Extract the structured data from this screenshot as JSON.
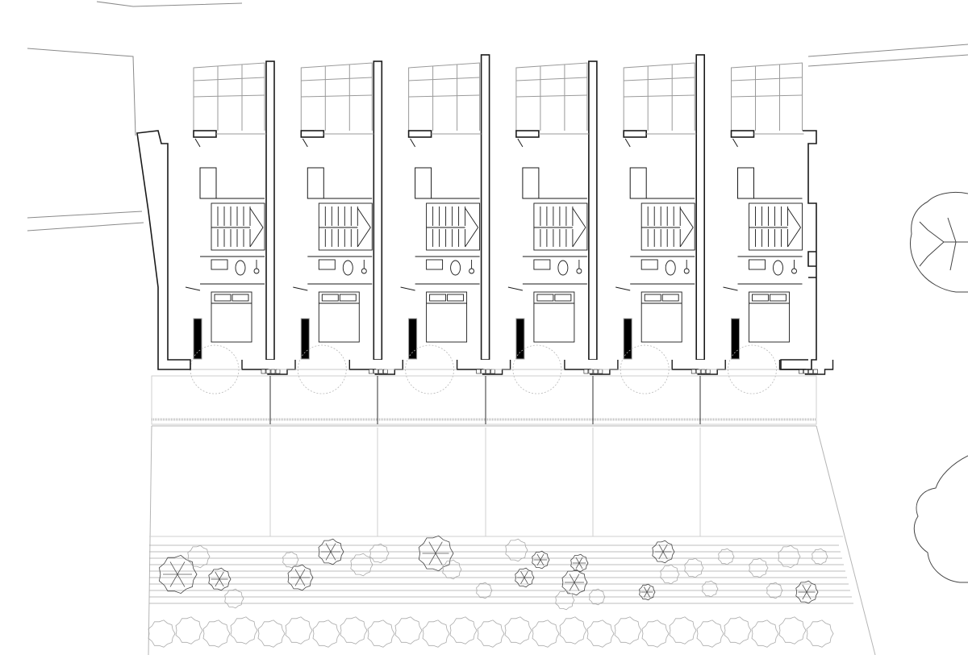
{
  "drawing": {
    "type": "architectural-floor-plan",
    "subject": "terraced-houses",
    "unit_count": 6,
    "features_per_unit": [
      "glazed-rear-extension",
      "entrance",
      "staircase",
      "bathroom",
      "double-bed",
      "front-terrace-swing"
    ],
    "landscape": [
      "stepped-lawn-terraces",
      "trees",
      "hedge-row",
      "large-tree-east"
    ],
    "line_color": "#1a1a1a",
    "light_line_color": "#9a9a9a",
    "background": "#ffffff"
  }
}
